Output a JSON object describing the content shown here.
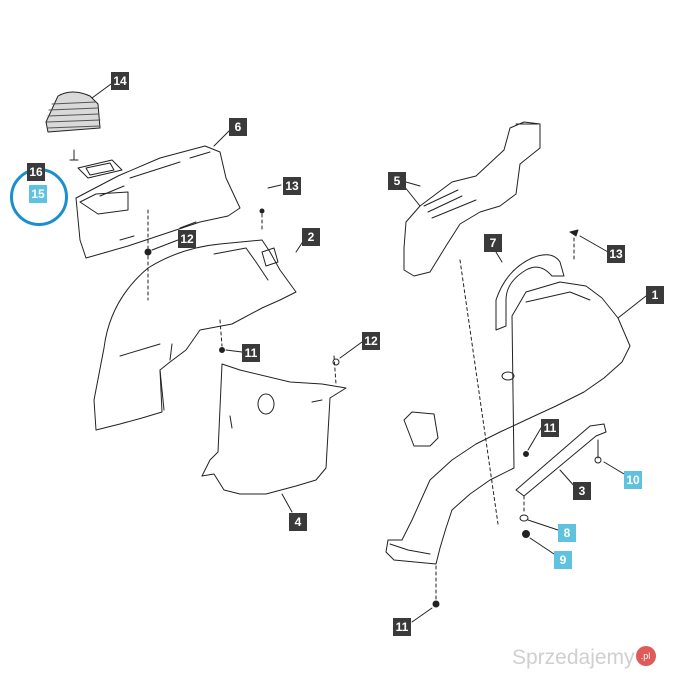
{
  "diagram": {
    "callouts": {
      "c14": "14",
      "c6": "6",
      "c13a": "13",
      "c16": "16",
      "c15": "15",
      "c12a": "12",
      "c2": "2",
      "c11a": "11",
      "c12b": "12",
      "c4": "4",
      "c5": "5",
      "c7": "7",
      "c13b": "13",
      "c1": "1",
      "c11b": "11",
      "c10": "10",
      "c3": "3",
      "c8": "8",
      "c9": "9",
      "c11c": "11"
    },
    "colors": {
      "dark_callout": "#3a3a3a",
      "highlight_callout": "#5fc3e0",
      "selection_ring": "#1a8fd0",
      "line_art": "#222222"
    }
  },
  "watermark": {
    "text": "Sprzedajemy",
    "badge": ".pl"
  }
}
